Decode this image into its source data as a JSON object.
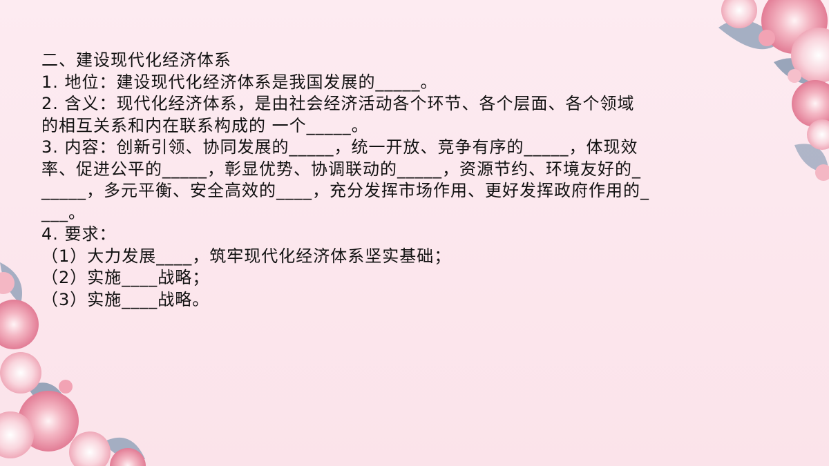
{
  "heading": "二、建设现代化经济体系",
  "lines": [
    "1. 地位：建设现代化经济体系是我国发展的_____。",
    "2. 含义：现代化经济体系，是由社会经济活动各个环节、各个层面、各个领域",
    "的相互关系和内在联系构成的 一个_____。",
    "3. 内容：创新引领、协同发展的_____，统一开放、竞争有序的_____，体现效",
    "率、促进公平的_____，彰显优势、协调联动的_____，资源节约、环境友好的_",
    "_____，多元平衡、安全高效的____，充分发挥市场作用、更好发挥政府作用的_",
    "___。",
    "4. 要求：",
    "（1）大力发展____，筑牢现代化经济体系坚实基础；",
    "（2）实施____战略；",
    "（3）实施____战略。"
  ],
  "colors": {
    "background": "#fbe5ec",
    "text": "#111111",
    "rose": "#e98aa0",
    "leaf": "#7f93ad"
  }
}
